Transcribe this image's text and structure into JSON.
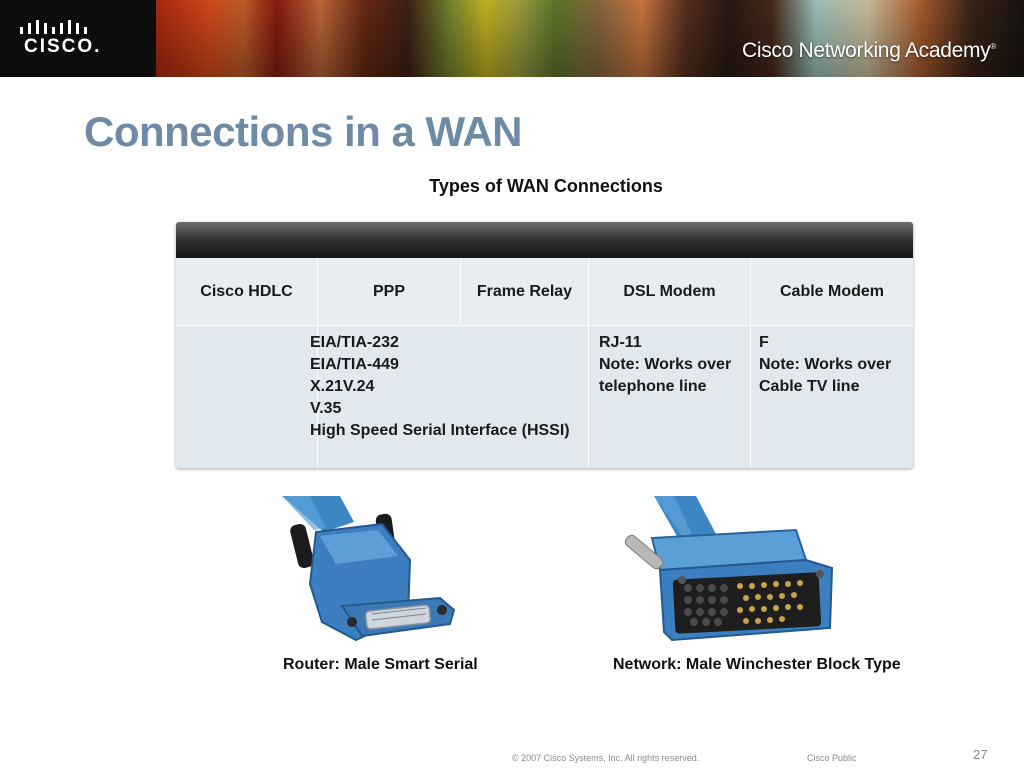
{
  "banner": {
    "logo_text": "CISCO.",
    "academy_text": "Cisco Networking Academy",
    "academy_mark": "®"
  },
  "slide": {
    "title": "Connections in a WAN",
    "subtitle": "Types of WAN Connections"
  },
  "table": {
    "headers": [
      "Cisco HDLC",
      "PPP",
      "Frame Relay",
      "DSL Modem",
      "Cable Modem"
    ],
    "serial_lines": [
      "EIA/TIA-232",
      "EIA/TIA-449",
      "X.21V.24",
      "V.35",
      "High Speed Serial Interface (HSSI)"
    ],
    "dsl_lines": [
      "RJ-11",
      "Note: Works over",
      "telephone line"
    ],
    "cable_lines": [
      "F",
      "Note: Works over",
      "Cable TV line"
    ]
  },
  "connectors": {
    "router_caption": "Router: Male Smart Serial",
    "network_caption": "Network: Male Winchester Block Type"
  },
  "footer": {
    "copyright": "© 2007 Cisco Systems, Inc. All rights reserved.",
    "classification": "Cisco Public",
    "page_number": "27"
  },
  "colors": {
    "title": "#6e8aa4",
    "cable_blue": "#3a80c0",
    "table_bg": "#e2e9ee"
  }
}
